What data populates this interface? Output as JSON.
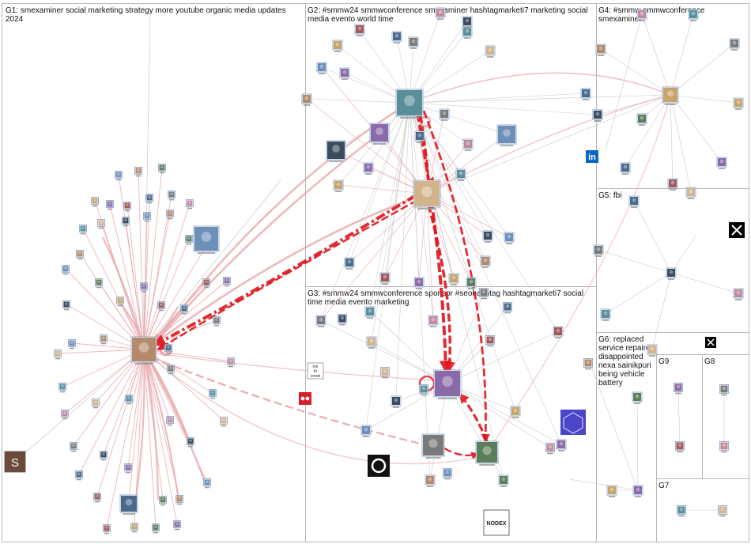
{
  "groups": [
    {
      "id": "G1",
      "label_lines": [
        "G1: smexaminer social marketing strategy more youtube organic media updates",
        "2024"
      ]
    },
    {
      "id": "G2",
      "label_lines": [
        "G2: #smmw24 smmwconference smexaminer hashtagmarketi7 marketing social",
        "media evento world time"
      ]
    },
    {
      "id": "G3",
      "label_lines": [
        "G3: #smmw24 smmwconference sponsor #seohashtag hashtagmarketi7 social",
        "time media evento marketing"
      ]
    },
    {
      "id": "G4",
      "label_lines": [
        "G4: #smmw smmwconference",
        "smexaminer"
      ]
    },
    {
      "id": "G5",
      "label_lines": [
        "G5: fbi"
      ]
    },
    {
      "id": "G6",
      "label_lines": [
        "G6: replaced",
        "service repaired",
        "disappointed",
        "nexa sainikpuri",
        "being vehicle",
        "battery"
      ]
    },
    {
      "id": "G7",
      "label_lines": [
        "G7"
      ]
    },
    {
      "id": "G8",
      "label_lines": [
        "G8"
      ]
    },
    {
      "id": "G9",
      "label_lines": [
        "G9"
      ]
    }
  ],
  "hubs": {
    "g1_hub_letter": "S",
    "g2_text_tile": [
      "mo",
      "tri",
      "creek"
    ],
    "nodex_logo": "NODEX"
  },
  "colors": {
    "edge": "#e8a3a8",
    "edge_strong": "#e0141c",
    "edge_gray": "#c9c9c9",
    "divider": "#b8b8b8",
    "node_border": "#6a8fc4"
  }
}
